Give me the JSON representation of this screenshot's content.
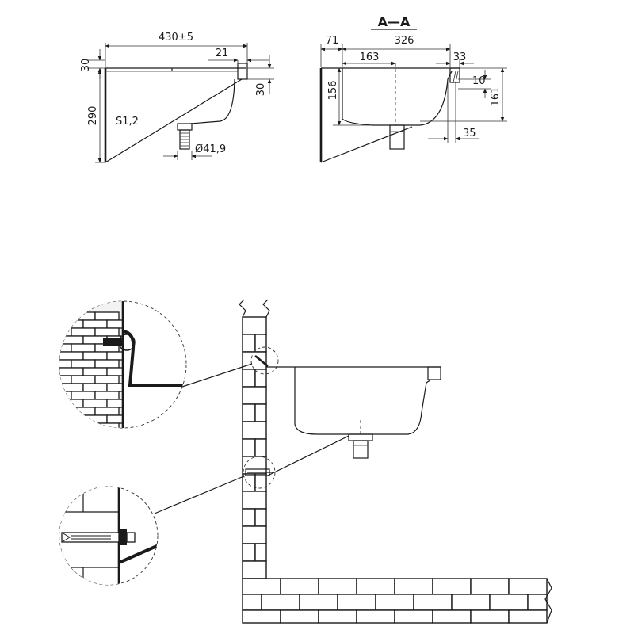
{
  "top_view": {
    "width_label": "430±5",
    "rim_label": "21",
    "top_thickness_label": "30",
    "right_thickness_label": "30",
    "height_label": "290",
    "material_label": "S1,2",
    "drain_label": "Ø41,9"
  },
  "section_view": {
    "title": "A—A",
    "wall_offset_label": "71",
    "inner_width_label": "326",
    "half_width_label": "163",
    "lip_label": "33",
    "lip_depth_label": "10",
    "depth_label": "156",
    "total_depth_label": "161",
    "bottom_offset_label": "35"
  }
}
